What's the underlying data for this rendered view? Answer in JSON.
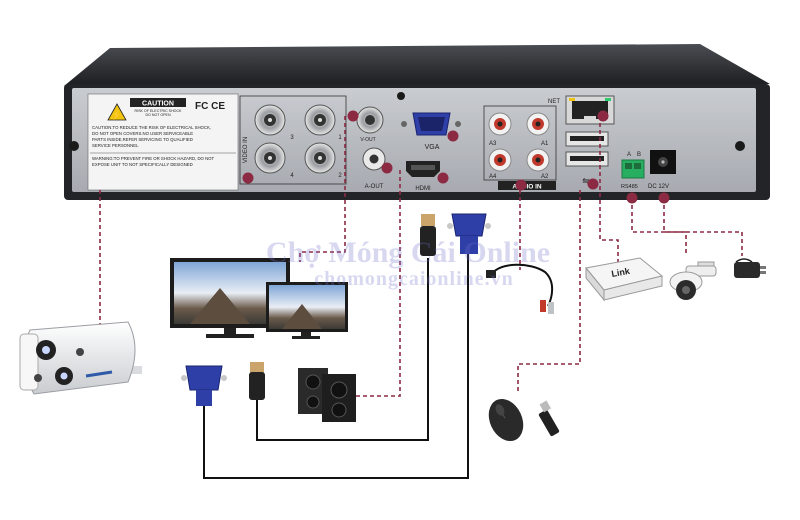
{
  "dvr": {
    "caution_title": "CAUTION",
    "caution_sub1": "RISK OF ELECTRIC SHOCK",
    "caution_sub2": "DO NOT OPEN",
    "fc_mark": "FC CE",
    "caution_text1": "CAUTION:TO REDUCE THE RISK OF ELECTRICAL SHOCK,",
    "caution_text2": "DO NOT OPEN COVERS.NO USER SERVICEABLE",
    "caution_text3": "PARTS INSIDE.REFER SERVICING TO QUALIFIED",
    "caution_text4": "SERVICE PERSONNEL",
    "warning_text1": "WARNING:TO PREVENT FIRE OR SHOCK HAZARD, DO NOT",
    "warning_text2": "EXPOSE UNIT TO NOT SPECIFICALLY DESIGNED",
    "video_in": "VIDEO IN",
    "ch1": "1",
    "ch2": "2",
    "ch3": "3",
    "ch4": "4",
    "v_out": "V-OUT",
    "a_out": "A-OUT",
    "vga": "VGA",
    "hdmi": "HDMI",
    "a1": "A1",
    "a2": "A2",
    "a3": "A3",
    "a4": "A4",
    "audio_in": "AUDIO IN",
    "net": "NET",
    "usb_symbol": "⇋",
    "rs485": "RS485",
    "a_pin": "A",
    "b_pin": "B",
    "dc12v": "DC 12V"
  },
  "router": {
    "label": "Link"
  },
  "watermark": {
    "line1": "Chợ Móng Cái Online",
    "line2": "chomongcaionline.vn"
  },
  "colors": {
    "chassis": "#2b2d31",
    "panel": "#b8bbc0",
    "dot": "#8c2a44",
    "dash": "#8c2a44",
    "cable": "#111111",
    "vga_blue": "#2f3fa8"
  }
}
